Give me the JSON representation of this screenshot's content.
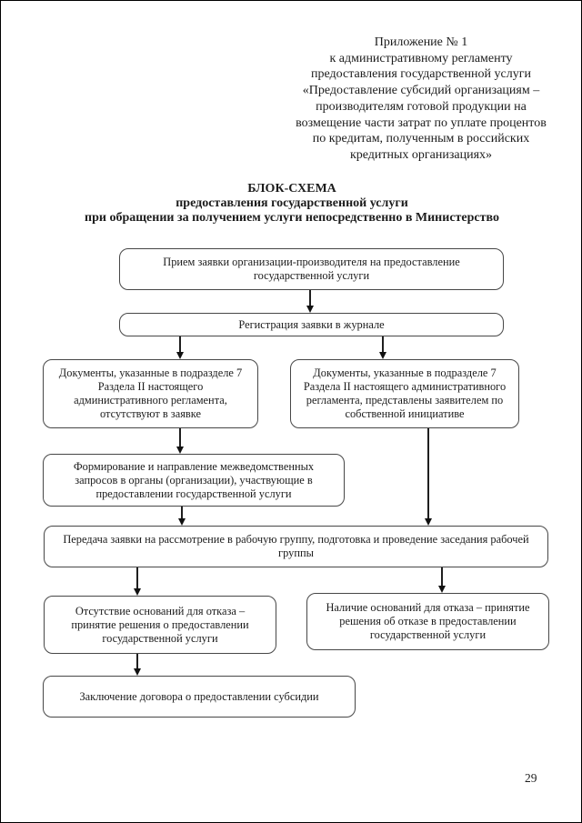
{
  "header": {
    "lines": [
      "Приложение № 1",
      "к административному регламенту",
      "предоставления государственной услуги",
      "«Предоставление субсидий организациям –",
      "производителям готовой продукции на",
      "возмещение части затрат по уплате процентов",
      "по кредитам, полученным в российских",
      "кредитных организациях»"
    ]
  },
  "title": {
    "lines": [
      "БЛОК-СХЕМА",
      "предоставления государственной услуги",
      "при обращении за получением услуги непосредственно в Министерство"
    ]
  },
  "flowchart": {
    "nodes": {
      "accept_application": "Прием заявки организации-производителя на предоставление государственной услуги",
      "register_application": "Регистрация заявки в журнале",
      "docs_missing": "Документы, указанные в подразделе 7 Раздела II настоящего административного регламента, отсутствуют в заявке",
      "docs_provided": "Документы, указанные в подразделе 7 Раздела II настоящего административного регламента, представлены заявителем по собственной инициативе",
      "interagency_requests": "Формирование и направление межведомственных запросов в органы (организации), участвующие в предоставлении государственной услуги",
      "working_group": "Передача заявки на рассмотрение в рабочую группу, подготовка и проведение заседания рабочей группы",
      "no_refusal_grounds": "Отсутствие оснований для отказа – принятие решения о предоставлении государственной услуги",
      "refusal_grounds": "Наличие оснований для отказа – принятие решения об отказе в предоставлении государственной услуги",
      "contract_conclusion": "Заключение договора о предоставлении субсидии"
    }
  },
  "footer": {
    "page_number": "29"
  }
}
